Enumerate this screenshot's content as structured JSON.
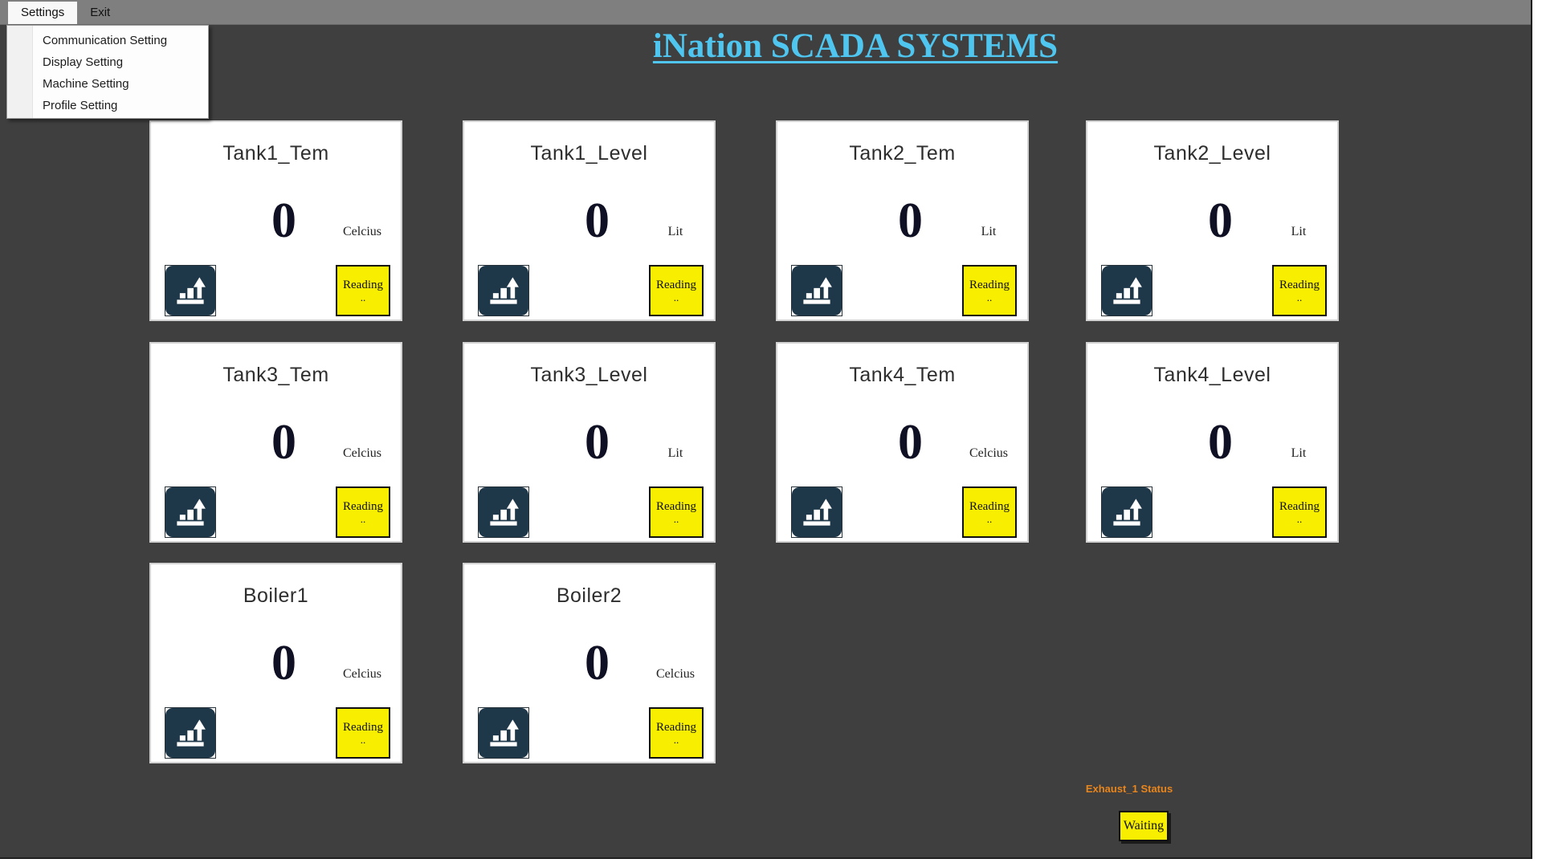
{
  "menu_bar": {
    "settings_label": "Settings",
    "exit_label": "Exit"
  },
  "settings_menu": {
    "items": [
      "Communication Setting",
      "Display Setting",
      "Machine Setting",
      "Profile Setting"
    ]
  },
  "header": {
    "title": "iNation SCADA SYSTEMS"
  },
  "card_common": {
    "reading_label": "Reading",
    "reading_dots": "..",
    "chart_button_icon": "bar-chart-up-arrow-icon"
  },
  "cards": [
    {
      "title": "Tank1_Tem",
      "value": "0",
      "unit": "Celcius"
    },
    {
      "title": "Tank1_Level",
      "value": "0",
      "unit": "Lit"
    },
    {
      "title": "Tank2_Tem",
      "value": "0",
      "unit": "Lit"
    },
    {
      "title": "Tank2_Level",
      "value": "0",
      "unit": "Lit"
    },
    {
      "title": "Tank3_Tem",
      "value": "0",
      "unit": "Celcius"
    },
    {
      "title": "Tank3_Level",
      "value": "0",
      "unit": "Lit"
    },
    {
      "title": "Tank4_Tem",
      "value": "0",
      "unit": "Celcius"
    },
    {
      "title": "Tank4_Level",
      "value": "0",
      "unit": "Lit"
    },
    {
      "title": "Boiler1",
      "value": "0",
      "unit": "Celcius"
    },
    {
      "title": "Boiler2",
      "value": "0",
      "unit": "Celcius"
    }
  ],
  "status": {
    "label": "Exhaust_1 Status",
    "button_label": "Waiting"
  },
  "colors": {
    "window_bg": "#3f3f3f",
    "menubar_bg": "#7f7f7f",
    "title_accent": "#4fc6f0",
    "button_yellow": "#f7ee00",
    "icon_navy": "#1e3749",
    "status_orange": "#e8851c"
  }
}
